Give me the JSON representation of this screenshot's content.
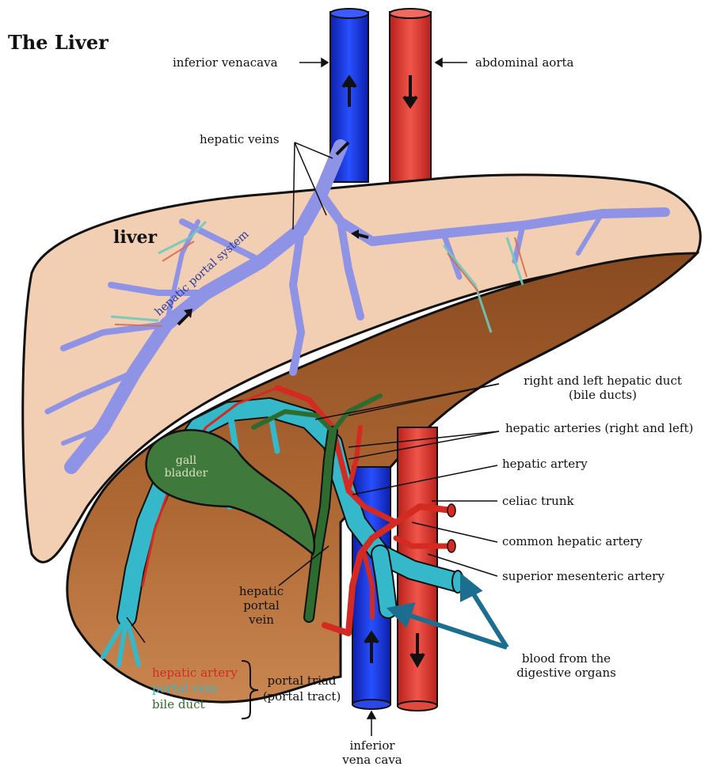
{
  "title": "The Liver",
  "labels": {
    "ivc_top": "inferior venacava",
    "aorta": "abdominal aorta",
    "hepatic_veins": "hepatic veins",
    "liver": "liver",
    "hps": "hepatic portal system",
    "gall_1": "gall",
    "gall_2": "bladder",
    "bile_1": "right and left hepatic duct",
    "bile_2": "(bile ducts)",
    "hep_arteries": "hepatic arteries (right and left)",
    "hep_artery": "hepatic artery",
    "celiac": "celiac trunk",
    "common_hep": "common hepatic artery",
    "sup_mes": "superior mesenteric artery",
    "hpv_1": "hepatic",
    "hpv_2": "portal",
    "hpv_3": "vein",
    "blood_1": "blood from the",
    "blood_2": "digestive organs",
    "ivc_bottom_1": "inferior",
    "ivc_bottom_2": "vena cava"
  },
  "portal_triad": {
    "items": [
      {
        "label": "hepatic artery",
        "color": "#d42a22"
      },
      {
        "label": "portal vein",
        "color": "#35b8c9"
      },
      {
        "label": "bile duct",
        "color": "#2e6b2e"
      }
    ],
    "name_1": "portal triad",
    "name_2": "(portal tract)"
  },
  "colors": {
    "vena_cava": "#1f3fe0",
    "aorta": "#e03a2e",
    "liver_top": "#f2cfb2",
    "liver_under": "#a8612e",
    "hepatic_vein": "#9a9ee8",
    "portal_vein": "#35b8c9",
    "artery": "#d42a22",
    "bile": "#2e6b2e",
    "arrow_blue": "#1c6e91"
  }
}
